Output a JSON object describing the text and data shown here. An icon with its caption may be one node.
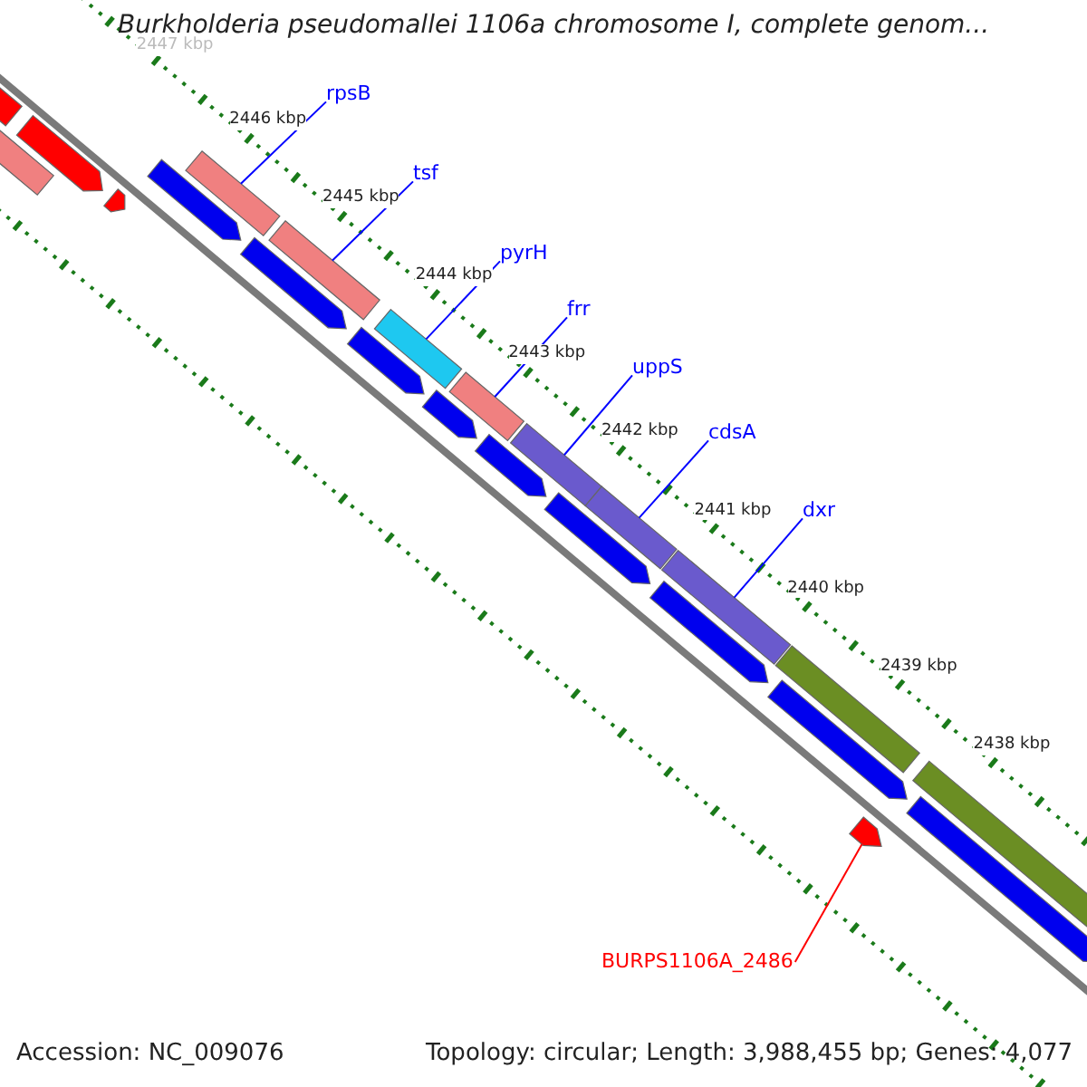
{
  "diagram": {
    "title": "Burkholderia pseudomallei 1106a chromosome I, complete genom...",
    "nodes": [
      {
        "text": [
          "rpsB"
        ]
      },
      {
        "text": [
          "tsf"
        ]
      },
      {
        "text": [
          "pyrH"
        ]
      },
      {
        "text": [
          "frr"
        ]
      },
      {
        "text": [
          "uppS"
        ]
      },
      {
        "text": [
          "cdsA"
        ]
      },
      {
        "text": [
          "dxr"
        ]
      },
      {
        "text": [
          "BURPS1106A_2486"
        ]
      },
      {
        "text": [],
        "shape": "bar"
      },
      {
        "text": [],
        "shape": "bar"
      },
      {
        "text": [],
        "shape": "bar"
      },
      {
        "text": [],
        "shape": "bar"
      },
      {
        "text": [],
        "shape": "bar"
      },
      {
        "text": [],
        "shape": "bar"
      },
      {
        "text": [],
        "shape": "bar"
      },
      {
        "text": [],
        "shape": "arrow"
      },
      {
        "text": [],
        "shape": "arrow"
      },
      {
        "text": [],
        "shape": "bar"
      },
      {
        "text": [],
        "shape": "arrow"
      },
      {
        "text": [],
        "shape": "arrow"
      },
      {
        "text": [],
        "shape": "arrow"
      },
      {
        "text": [],
        "shape": "arrow"
      },
      {
        "text": [],
        "shape": "arrow"
      },
      {
        "text": [],
        "shape": "arrow"
      },
      {
        "text": [],
        "shape": "arrow"
      },
      {
        "text": [],
        "shape": "arrow"
      },
      {
        "text": [],
        "shape": "arrow"
      },
      {
        "text": [],
        "shape": "bar"
      },
      {
        "text": [],
        "shape": "arrow"
      },
      {
        "text": [],
        "shape": "bar"
      },
      {
        "text": [],
        "shape": "arrow"
      }
    ],
    "edges": [
      {
        "from": 0,
        "to": 8,
        "arrow": "none"
      },
      {
        "from": 1,
        "to": 9,
        "arrow": "none"
      },
      {
        "from": 2,
        "to": 10,
        "arrow": "none"
      },
      {
        "from": 3,
        "to": 11,
        "arrow": "none"
      },
      {
        "from": 4,
        "to": 12,
        "arrow": "none"
      },
      {
        "from": 5,
        "to": 13,
        "arrow": "none"
      },
      {
        "from": 6,
        "to": 14,
        "arrow": "none"
      },
      {
        "from": 7,
        "to": 15,
        "arrow": "none",
        "color": "#ff0000"
      }
    ],
    "labels": [
      "2447 kbp",
      "2446 kbp",
      "2445 kbp",
      "2444 kbp",
      "2443 kbp",
      "2442 kbp",
      "2441 kbp",
      "2440 kbp",
      "2439 kbp",
      "2438 kbp",
      "Accession: NC_009076",
      "Topology: circular; Length: 3,988,455 bp; Genes: 4,077"
    ]
  }
}
